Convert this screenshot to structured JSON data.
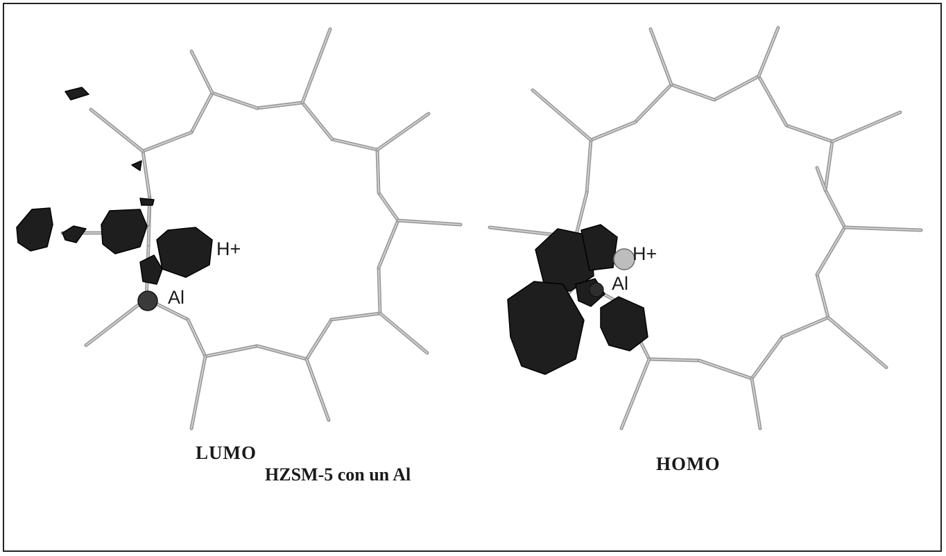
{
  "figure": {
    "caption": "HZSM-5 con un Al",
    "panels": [
      {
        "orbital_label": "LUMO",
        "proton_label": "H+",
        "aluminum_label": "Al"
      },
      {
        "orbital_label": "HOMO",
        "proton_label": "H+",
        "aluminum_label": "Al"
      }
    ]
  },
  "colors": {
    "bond": "#9a9a9a",
    "bond_highlight": "#d8d8d8",
    "orbital_lobe": "#1e1e1e",
    "border": "#222222"
  }
}
